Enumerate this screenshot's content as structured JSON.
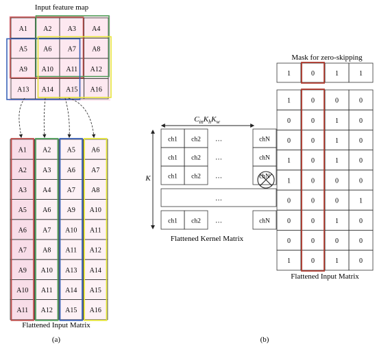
{
  "feature_map": {
    "title": "Input feature map",
    "cells": [
      [
        "A1",
        "A2",
        "A3",
        "A4"
      ],
      [
        "A5",
        "A6",
        "A7",
        "A8"
      ],
      [
        "A9",
        "A10",
        "A11",
        "A12"
      ],
      [
        "A13",
        "A14",
        "A15",
        "A16"
      ]
    ]
  },
  "flattened_input": {
    "caption": "Flattened Input Matrix",
    "columns": [
      [
        "A1",
        "A2",
        "A3",
        "A5",
        "A6",
        "A7",
        "A9",
        "A10",
        "A11"
      ],
      [
        "A2",
        "A3",
        "A4",
        "A6",
        "A7",
        "A8",
        "A10",
        "A11",
        "A12"
      ],
      [
        "A5",
        "A6",
        "A7",
        "A9",
        "A10",
        "A11",
        "A13",
        "A14",
        "A15"
      ],
      [
        "A6",
        "A7",
        "A8",
        "A10",
        "A11",
        "A12",
        "A14",
        "A15",
        "A16"
      ]
    ]
  },
  "kernel_matrix": {
    "caption": "Flattened Kernel Matrix",
    "top_label": "C",
    "top_sub": "in",
    "top_k1": "K",
    "top_k1_sub": "h",
    "top_k2": "K",
    "top_k2_sub": "w",
    "side_label": "K",
    "cells": [
      "ch1",
      "ch2",
      "…",
      "chN"
    ],
    "ellipsis": "…"
  },
  "mask": {
    "title": "Mask for zero-skipping",
    "values": [
      "1",
      "0",
      "1",
      "1"
    ]
  },
  "input_matrix_b": {
    "caption": "Flattened Input Matrix",
    "rows": [
      [
        "1",
        "0",
        "0",
        "0"
      ],
      [
        "0",
        "0",
        "1",
        "0"
      ],
      [
        "0",
        "0",
        "1",
        "0"
      ],
      [
        "1",
        "0",
        "1",
        "0"
      ],
      [
        "1",
        "0",
        "0",
        "0"
      ],
      [
        "0",
        "0",
        "0",
        "1"
      ],
      [
        "0",
        "0",
        "1",
        "0"
      ],
      [
        "0",
        "0",
        "0",
        "0"
      ],
      [
        "1",
        "0",
        "1",
        "0"
      ]
    ]
  },
  "panel_labels": {
    "a": "(a)",
    "b": "(b)"
  },
  "colors": {
    "red": "#c0504d",
    "green": "#4f9e5a",
    "blue": "#3a62b8",
    "yellow": "#e6e63a",
    "pinkfill": "#f7d9e6",
    "mask_highlight": "#b03a2e"
  }
}
